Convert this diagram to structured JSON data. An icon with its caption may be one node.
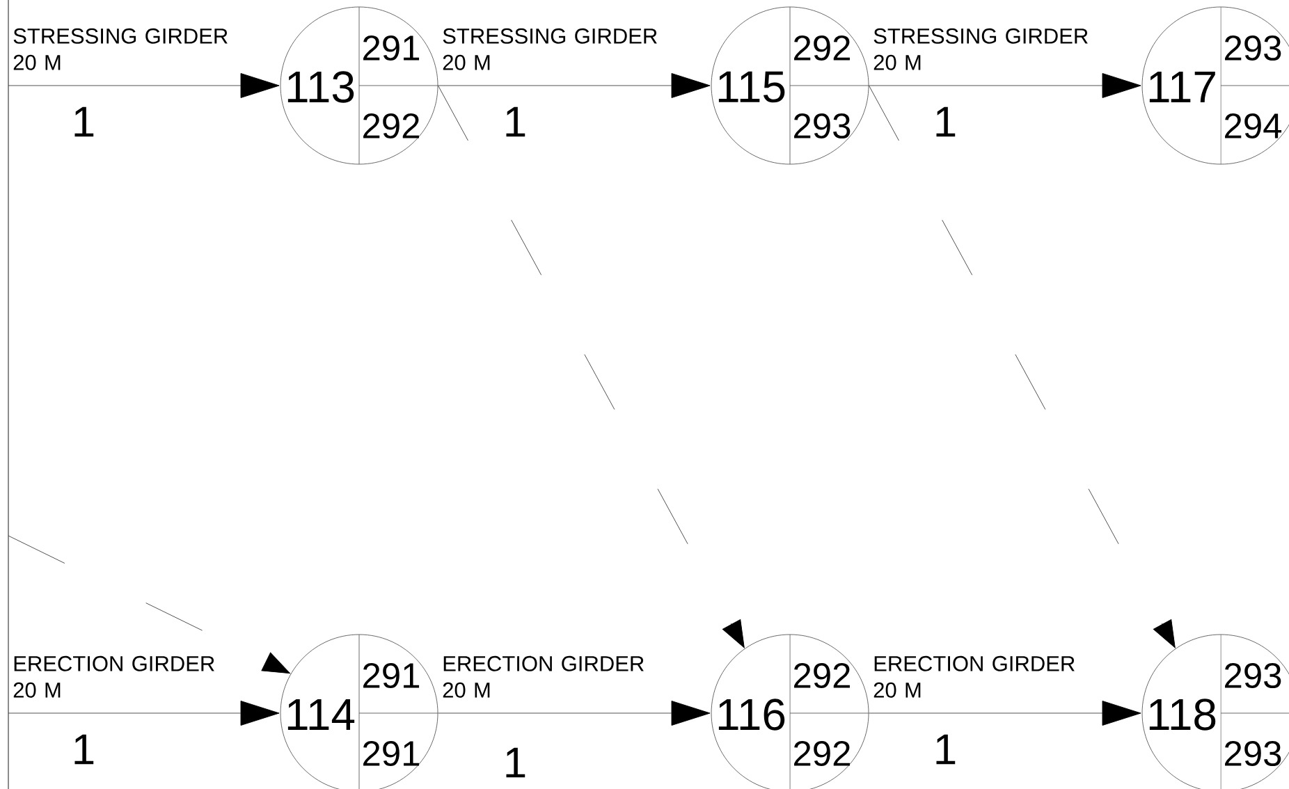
{
  "diagram": {
    "nodes": [
      {
        "text": [
          "113",
          "291",
          "292"
        ]
      },
      {
        "text": [
          "115",
          "292",
          "293"
        ]
      },
      {
        "text": [
          "117",
          "293",
          "294"
        ]
      },
      {
        "text": [
          "114",
          "291",
          "291"
        ]
      },
      {
        "text": [
          "116",
          "292",
          "292"
        ]
      },
      {
        "text": [
          "118",
          "293",
          "293"
        ]
      }
    ],
    "edges": [
      {
        "from": null,
        "to": 0,
        "arrow": "to",
        "label": "STRESSING GIRDER 20 M"
      },
      {
        "from": 0,
        "to": 1,
        "arrow": "to",
        "label": "STRESSING GIRDER 20 M"
      },
      {
        "from": 1,
        "to": 2,
        "arrow": "to",
        "label": "STRESSING GIRDER 20 M"
      },
      {
        "from": null,
        "to": 3,
        "arrow": "to",
        "label": "ERECTION GIRDER 20 M"
      },
      {
        "from": 3,
        "to": 4,
        "arrow": "to",
        "label": "ERECTION GIRDER 20 M"
      },
      {
        "from": 4,
        "to": 5,
        "arrow": "to",
        "label": "ERECTION GIRDER 20 M"
      },
      {
        "from": 0,
        "to": 4,
        "arrow": "to",
        "style": "dashed"
      },
      {
        "from": 1,
        "to": 5,
        "arrow": "to",
        "style": "dashed"
      },
      {
        "from": null,
        "to": 3,
        "arrow": "to",
        "style": "dashed"
      }
    ],
    "labels": [
      "1",
      "1",
      "1",
      "1",
      "1",
      "1"
    ]
  }
}
